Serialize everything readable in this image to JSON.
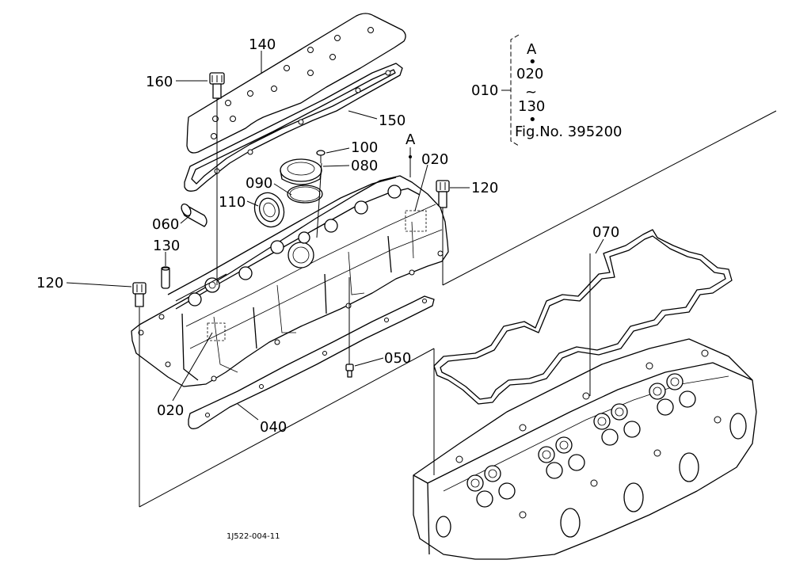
{
  "parts": [
    {
      "label": "140"
    },
    {
      "label": "160"
    },
    {
      "label": "150"
    },
    {
      "label": "100"
    },
    {
      "label": "080"
    },
    {
      "label": "A"
    },
    {
      "label": "020"
    },
    {
      "label": "120"
    },
    {
      "label": "090"
    },
    {
      "label": "110"
    },
    {
      "label": "060"
    },
    {
      "label": "130"
    },
    {
      "label": "120"
    },
    {
      "label": "070"
    },
    {
      "label": "050"
    },
    {
      "label": "020"
    },
    {
      "label": "040"
    }
  ],
  "reference_box": {
    "code": "010",
    "lines": [
      "A",
      "•",
      "020",
      "~",
      "130",
      "•",
      "Fig.No. 395200"
    ]
  },
  "drawing_number": "1J522-004-11"
}
